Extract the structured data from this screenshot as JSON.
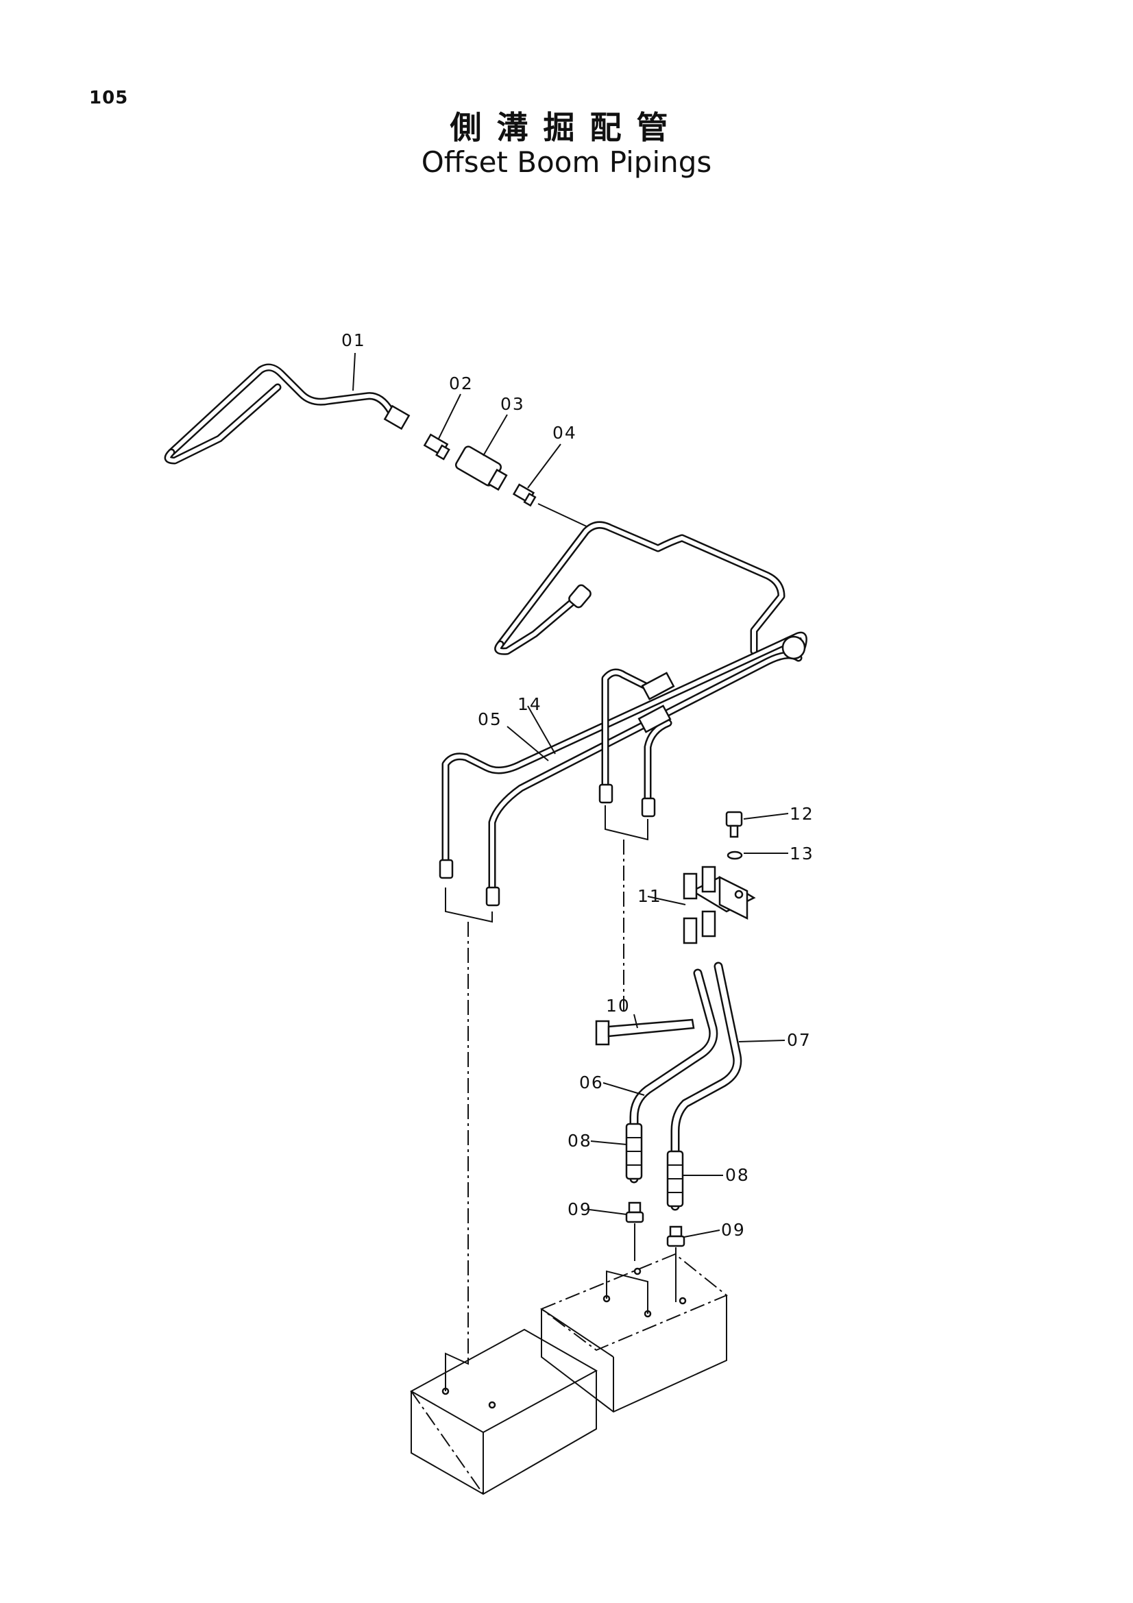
{
  "page_number": "105",
  "title_ja": "側溝掘配管",
  "title_en": "Offset Boom Pipings",
  "callouts": {
    "c01": "01",
    "c02": "02",
    "c03": "03",
    "c04": "04",
    "c05": "05",
    "c06": "06",
    "c07": "07",
    "c08a": "08",
    "c08b": "08",
    "c09a": "09",
    "c09b": "09",
    "c10": "10",
    "c11": "11",
    "c12": "12",
    "c13": "13",
    "c14": "14"
  }
}
